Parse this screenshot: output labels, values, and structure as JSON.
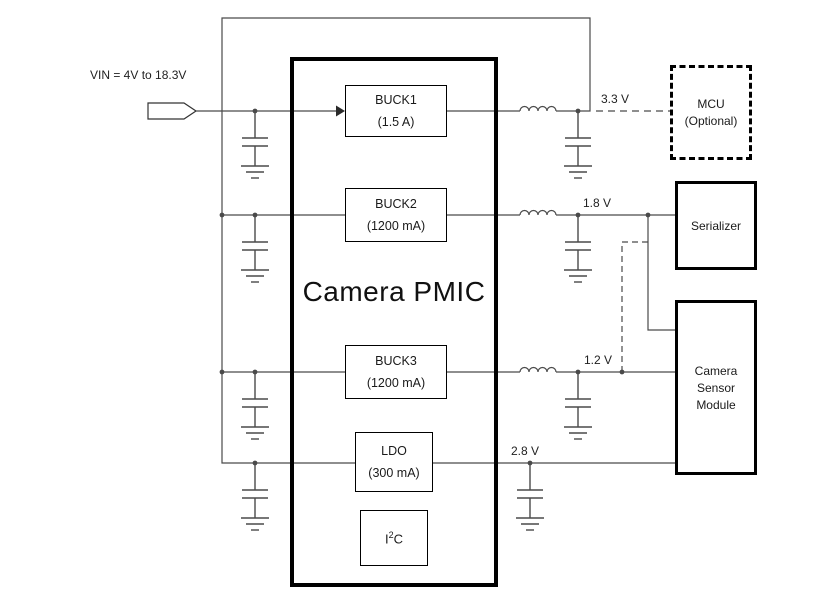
{
  "diagram": {
    "vin_label": "VIN = 4V to 18.3V",
    "pmic": {
      "title": "Camera PMIC",
      "blocks": {
        "buck1": {
          "name": "BUCK1",
          "rating": "(1.5 A)"
        },
        "buck2": {
          "name": "BUCK2",
          "rating": "(1200 mA)"
        },
        "buck3": {
          "name": "BUCK3",
          "rating": "(1200 mA)"
        },
        "ldo": {
          "name": "LDO",
          "rating": "(300 mA)"
        },
        "i2c": {
          "pre": "I",
          "sup": "2",
          "post": "C"
        }
      }
    },
    "rails": {
      "rail_3v3": "3.3 V",
      "rail_1v8": "1.8 V",
      "rail_1v2": "1.2 V",
      "rail_2v8": "2.8 V"
    },
    "loads": {
      "mcu": {
        "line1": "MCU",
        "line2": "(Optional)"
      },
      "serializer": {
        "label": "Serializer"
      },
      "camera_sensor_module": {
        "line1": "Camera",
        "line2": "Sensor",
        "line3": "Module"
      }
    }
  }
}
